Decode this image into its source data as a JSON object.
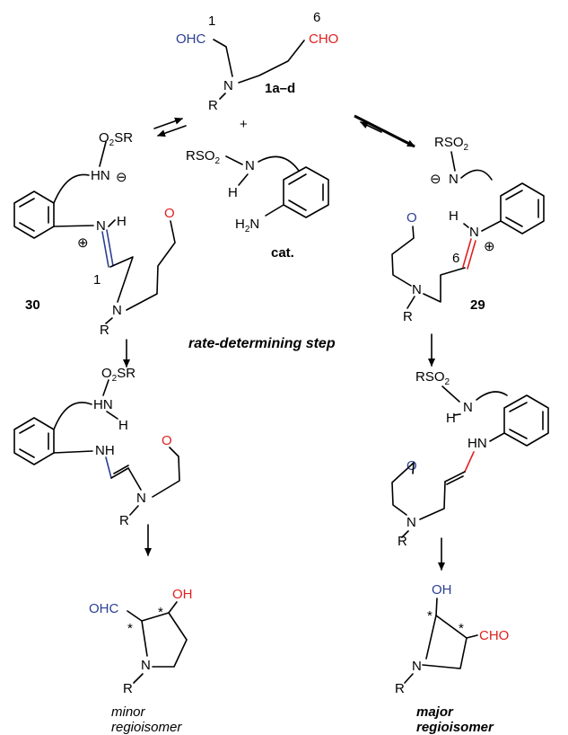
{
  "start": {
    "atom1_label": "1",
    "atom6_label": "6",
    "left_cho": "OHC",
    "right_cho": "CHO",
    "n": "N",
    "r": "R",
    "compound_label": "1a–d"
  },
  "plus": "+",
  "catalyst": {
    "rso2": "RSO",
    "rso2_sub": "2",
    "n": "N",
    "h": "H",
    "h2n": "H",
    "h2n_sub": "2",
    "h2n_n": "N",
    "label": "cat."
  },
  "int30": {
    "o2sr_o": "O",
    "o2sr_sub": "2",
    "o2sr_sr": "SR",
    "hn": "HN",
    "minus": "⊖",
    "n_plus": "N",
    "h": "H",
    "plus": "⊕",
    "atom_label": "1",
    "o": "O",
    "n": "N",
    "r": "R",
    "compound_label": "30"
  },
  "int29": {
    "rso2": "RSO",
    "rso2_sub": "2",
    "minus": "⊖",
    "n_minus": "N",
    "h": "H",
    "n_plus": "N",
    "plus": "⊕",
    "o": "O",
    "atom_label": "6",
    "n": "N",
    "r": "R",
    "compound_label": "29"
  },
  "rds": "rate-determining step",
  "enamine_left": {
    "o2sr_o": "O",
    "o2sr_sub": "2",
    "o2sr_sr": "SR",
    "hn": "HN",
    "h": "H",
    "nh": "NH",
    "o": "O",
    "n": "N",
    "r": "R"
  },
  "enamine_right": {
    "rso2": "RSO",
    "rso2_sub": "2",
    "n": "N",
    "h": "H",
    "hn": "HN",
    "o": "O",
    "n2": "N",
    "r": "R"
  },
  "product_left": {
    "ohc": "OHC",
    "oh": "OH",
    "star": "*",
    "n": "N",
    "r": "R",
    "caption_line1": "minor",
    "caption_line2": "regioisomer"
  },
  "product_right": {
    "oh": "OH",
    "cho": "CHO",
    "star": "*",
    "n": "N",
    "r": "R",
    "caption_line1": "major",
    "caption_line2": "regioisomer"
  },
  "colors": {
    "blue": "#2b3f94",
    "red": "#e02020",
    "black": "#000000"
  }
}
